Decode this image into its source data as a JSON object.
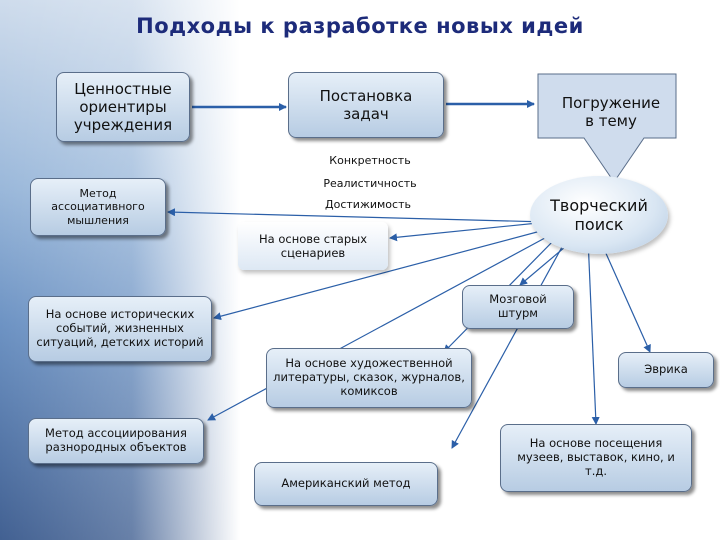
{
  "title": "Подходы к разработке новых идей",
  "boxes": {
    "values": "Ценностные ориентиры учреждения",
    "task": "Постановка задач",
    "immersion": "Погружение в тему",
    "creative": "Творческий поиск",
    "assoc_thinking": "Метод ассоциативного мышления",
    "old_scenarios": "На основе старых сценариев",
    "historic": "На основе исторических событий, жизненных ситуаций, детских историй",
    "brainstorm": "Мозговой штурм",
    "literature": "На основе художественной литературы, сказок, журналов, комиксов",
    "eureka": "Эврика",
    "assoc_objects": "Метод ассоциирования разнородных объектов",
    "american": "Американский метод",
    "museums": "На основе посещения музеев, выставок, кино, и т.д."
  },
  "criteria": [
    "Конкретность",
    "Реалистичность",
    "Достижимость"
  ],
  "colors": {
    "title": "#1d2b7a",
    "arrow": "#2b5fa8",
    "box_fill_top": "#e6eff8",
    "box_fill_bottom": "#b7cce3"
  }
}
